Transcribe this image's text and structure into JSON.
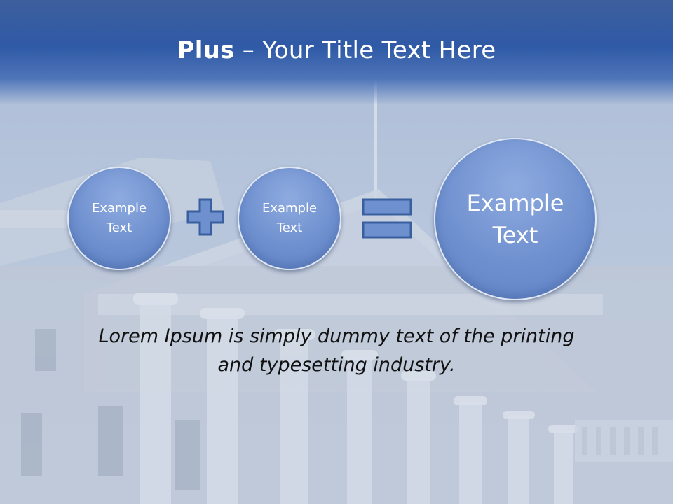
{
  "title": {
    "bold": "Plus",
    "rest": " – Your Title Text Here"
  },
  "circles": [
    {
      "line1": "Example",
      "line2": "Text"
    },
    {
      "line1": "Example",
      "line2": "Text"
    },
    {
      "line1": "Example",
      "line2": "Text"
    }
  ],
  "operators": {
    "plus": "plus-icon",
    "equals": "equals-icon"
  },
  "body": {
    "line1": "Lorem Ipsum is simply dummy text of the printing",
    "line2": "and typesetting industry."
  },
  "colors": {
    "header": "#2f5aa6",
    "circle": "#6f90cf",
    "operator": "#6f90cf",
    "operator_border": "#3a5f9f"
  }
}
